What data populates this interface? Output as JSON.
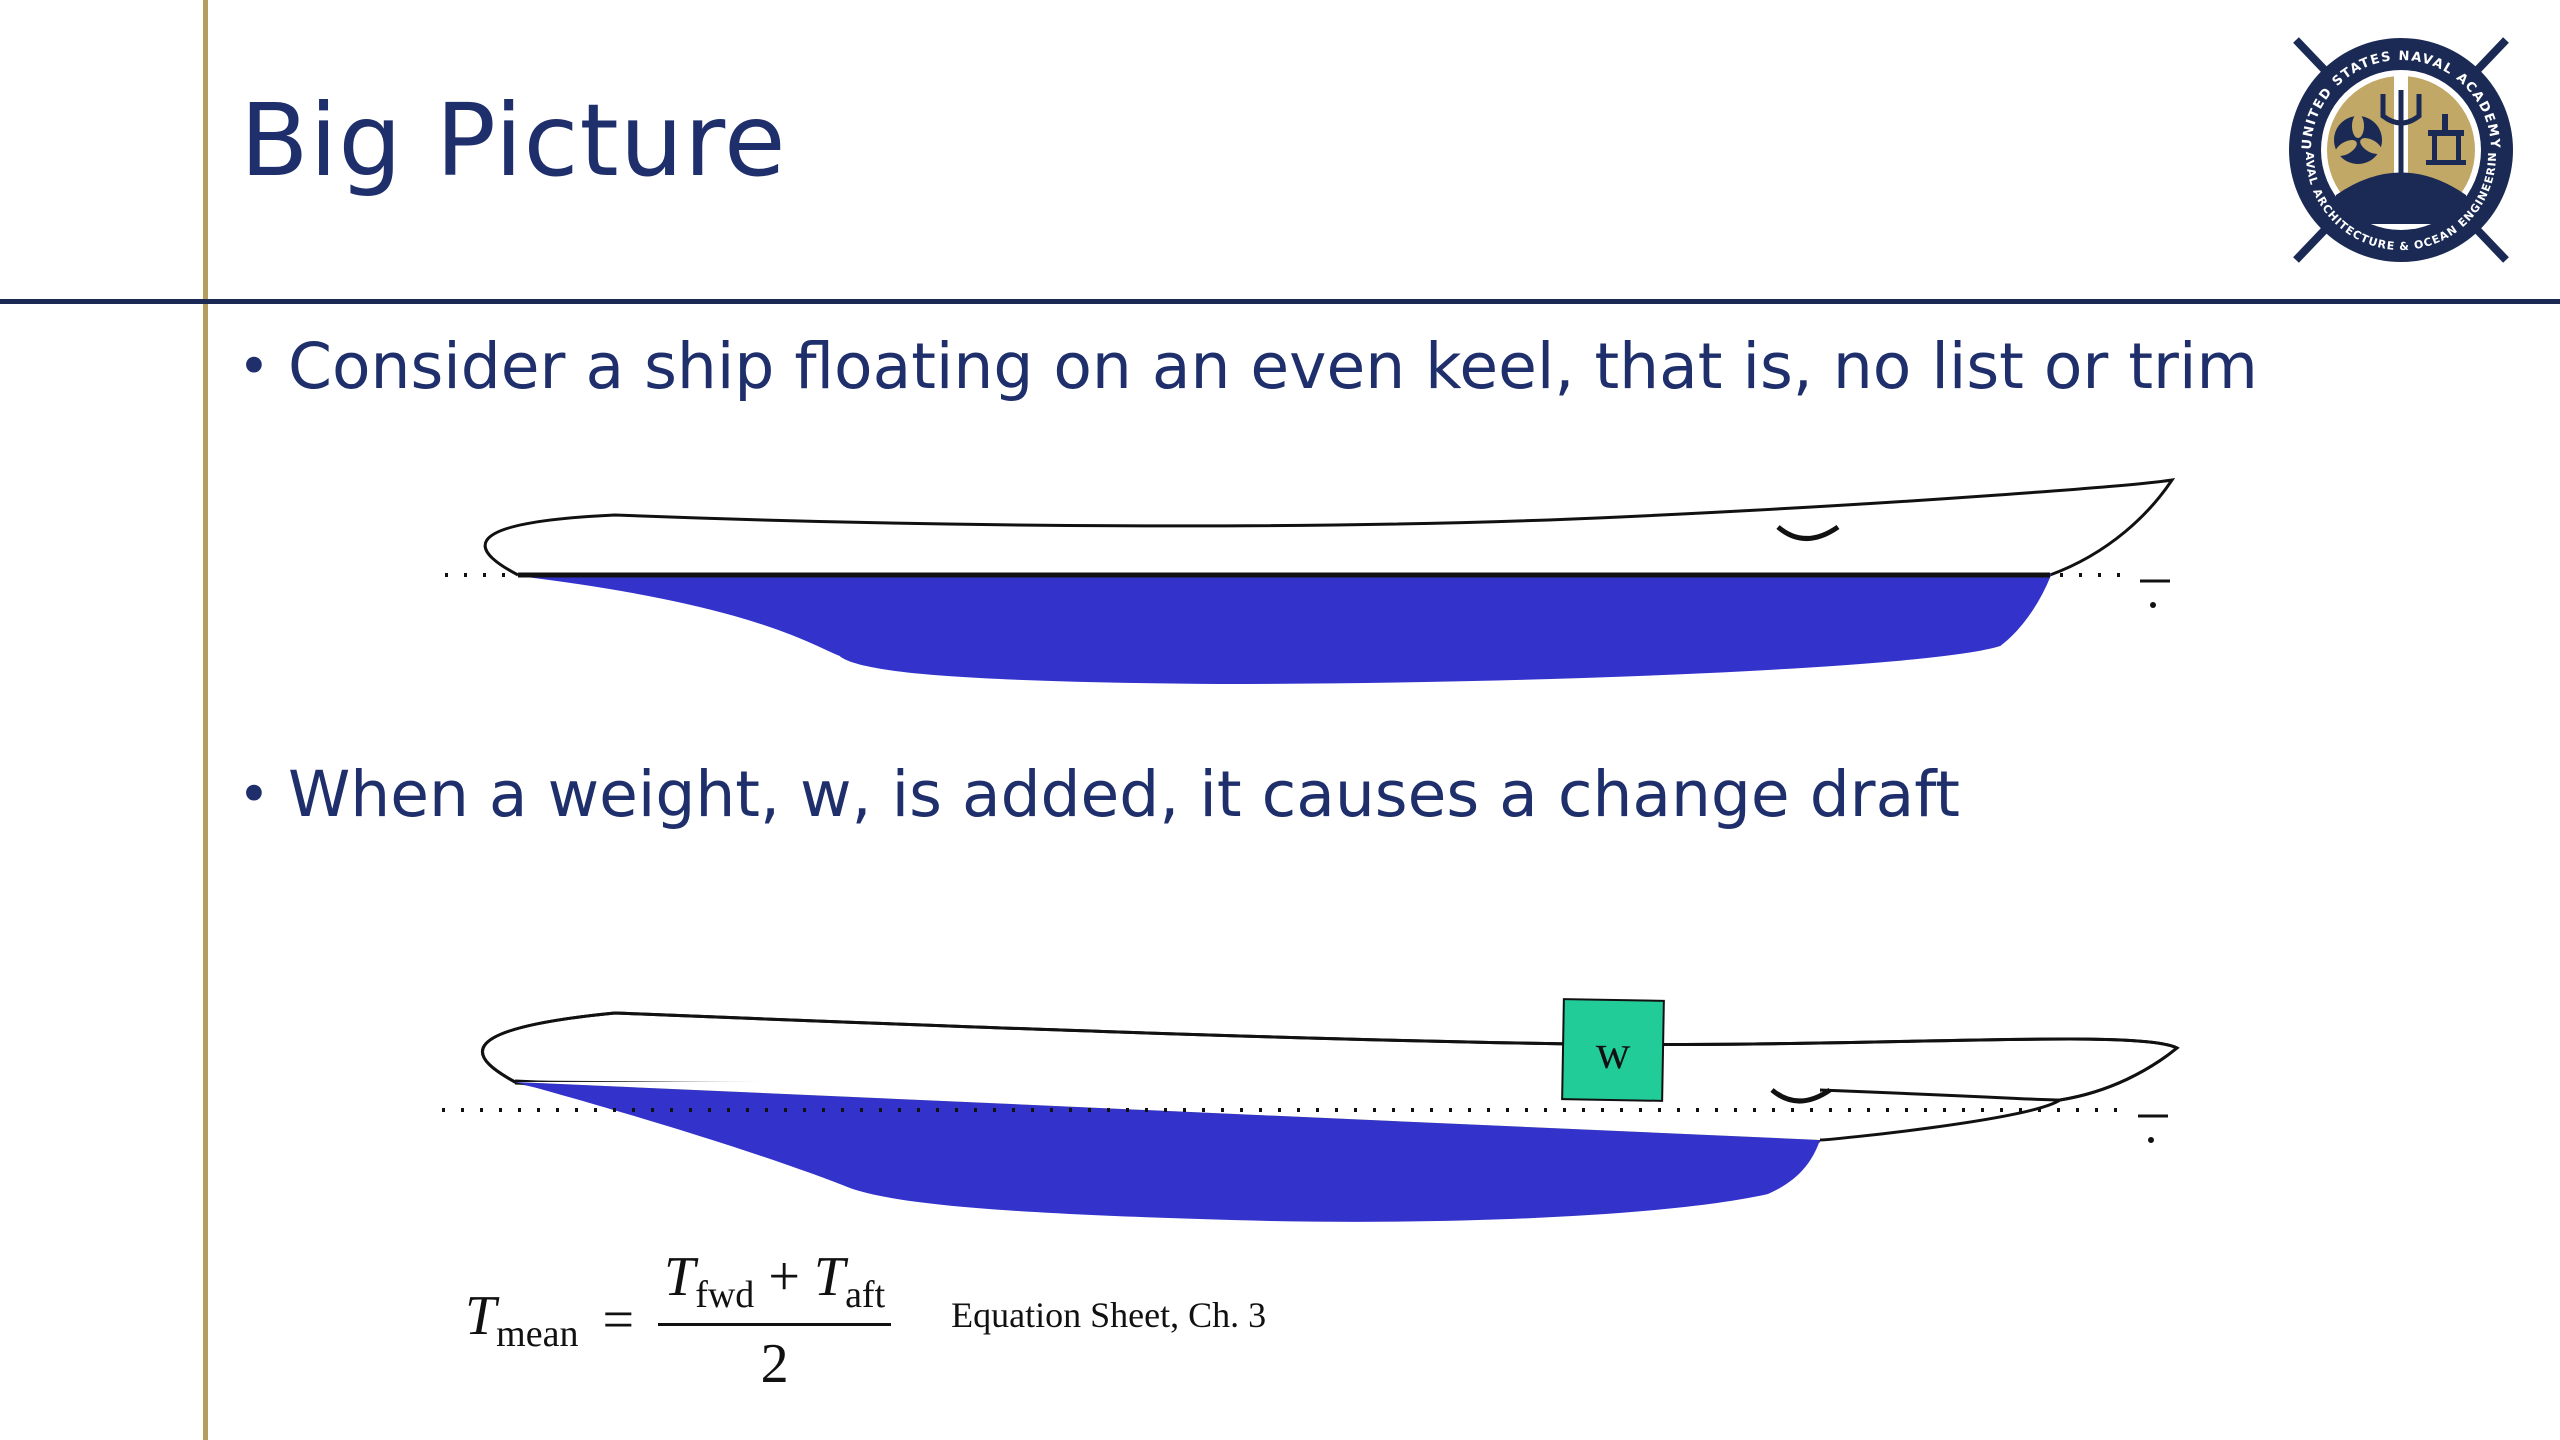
{
  "slide": {
    "title": "Big Picture",
    "bullets": [
      "Consider a ship floating on an even keel, that is, no list or trim",
      "When a weight, w, is added, it causes a change draft"
    ]
  },
  "diagram": {
    "weight_label": "w"
  },
  "equation": {
    "lhs_symbol": "T",
    "lhs_subscript": "mean",
    "equals": "=",
    "num_symbol_1": "T",
    "num_subscript_1": "fwd",
    "plus": "+",
    "num_symbol_2": "T",
    "num_subscript_2": "aft",
    "denominator": "2",
    "reference": "Equation Sheet, Ch. 3"
  },
  "logo": {
    "ring_text_top": "UNITED STATES NAVAL ACADEMY",
    "ring_text_bottom": "NAVAL ARCHITECTURE & OCEAN ENGINEERING"
  },
  "colors": {
    "title": "#1e2f6b",
    "accent_gold": "#b59c5f",
    "rule_navy": "#1b2a55",
    "hull_underwater": "#3333cc",
    "weight_box": "#22cc99"
  }
}
